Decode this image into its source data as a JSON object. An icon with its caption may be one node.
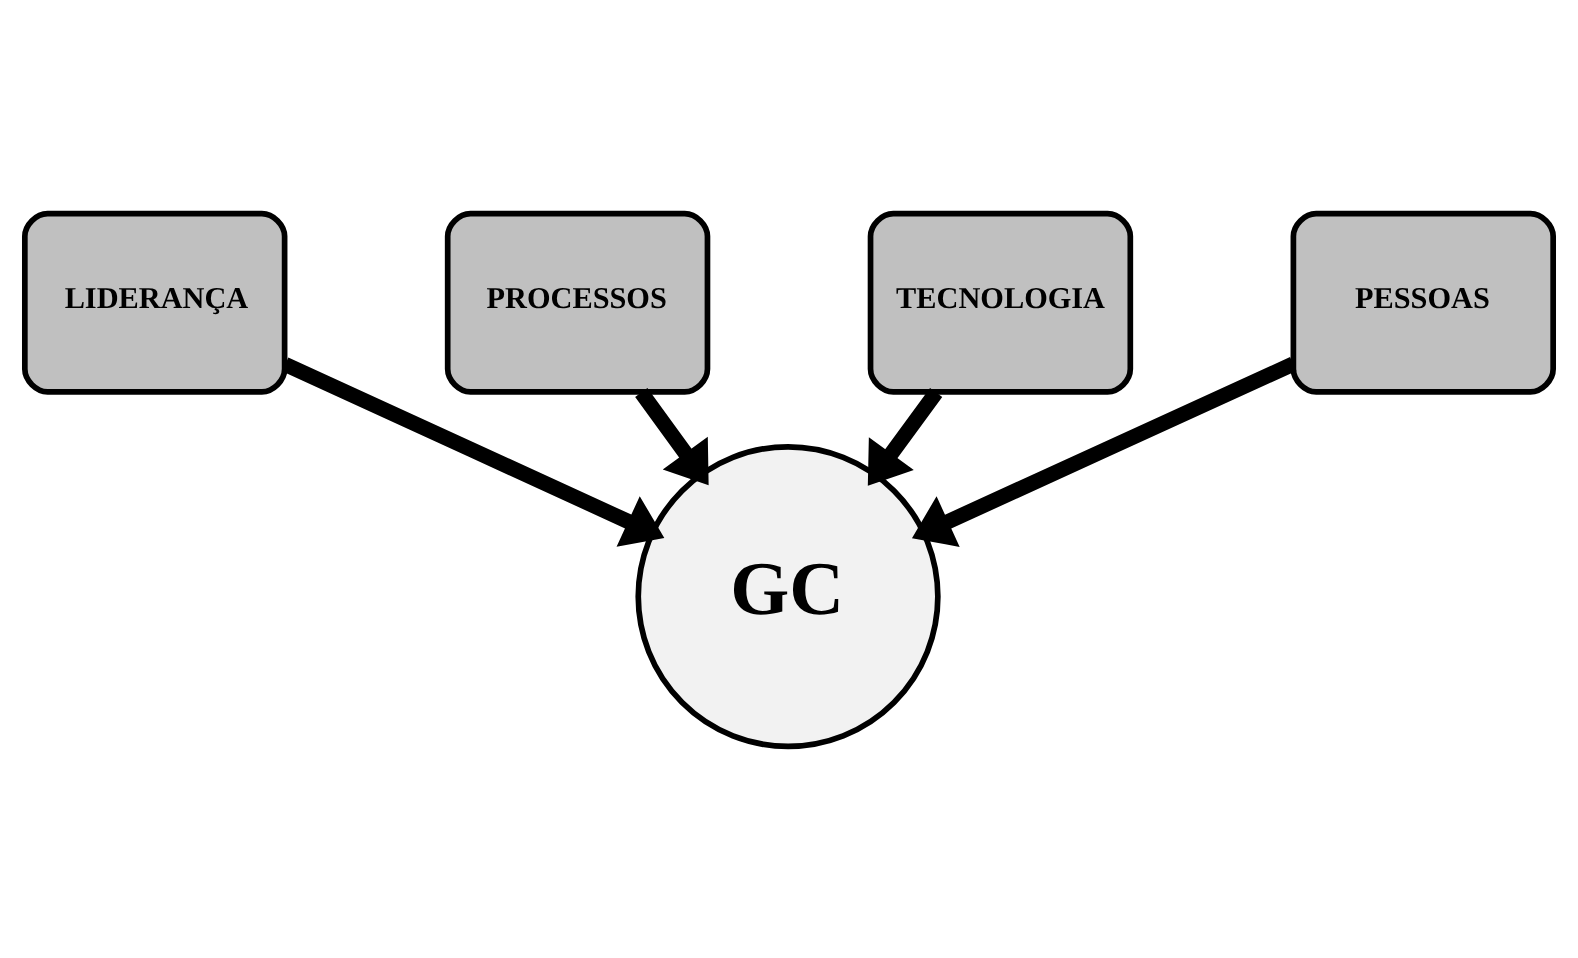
{
  "diagram": {
    "nodes": [
      {
        "text": [
          "PROCESSOS"
        ]
      },
      {
        "text": [
          "TECNOLOGIA"
        ]
      },
      {
        "text": [
          "LIDERANÇA"
        ]
      },
      {
        "text": [
          "PESSOAS"
        ]
      },
      {
        "text": [
          "GC"
        ]
      }
    ],
    "edges": [
      {
        "from": 0,
        "to": 4,
        "arrow": "to"
      },
      {
        "from": 1,
        "to": 4,
        "arrow": "to"
      },
      {
        "from": 2,
        "to": 4,
        "arrow": "to"
      },
      {
        "from": 3,
        "to": 4,
        "arrow": "to"
      }
    ]
  }
}
